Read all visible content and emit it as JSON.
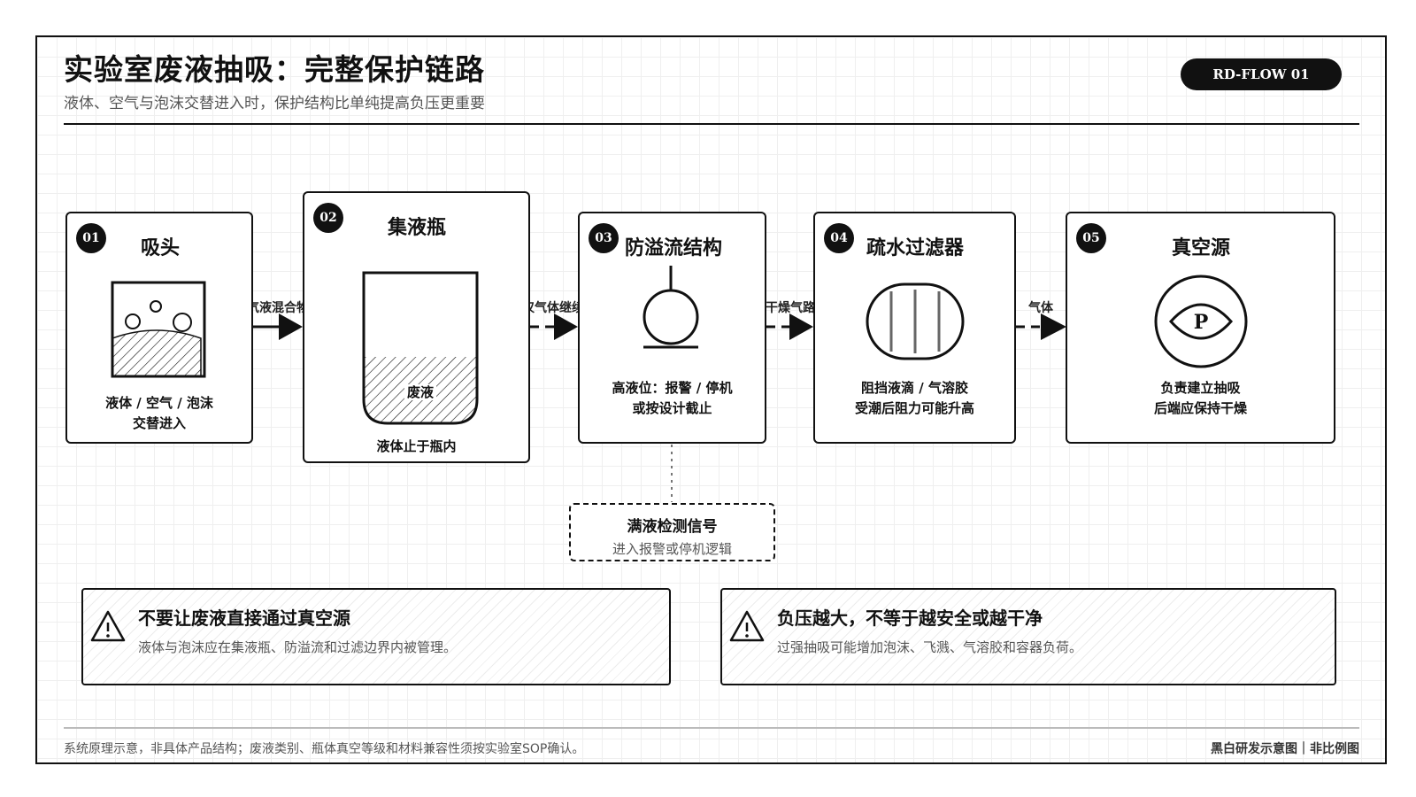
{
  "header": {
    "title": "实验室废液抽吸：完整保护链路",
    "subtitle": "液体、空气与泡沫交替进入时，保护结构比单纯提高负压更重要",
    "badge": "RD-FLOW 01"
  },
  "steps": [
    {
      "num": "01",
      "title": "吸头",
      "desc": [
        "液体 / 空气 / 泡沫",
        "交替进入"
      ]
    },
    {
      "num": "02",
      "title": "集液瓶",
      "inner_label": "废液",
      "desc": [
        "液体止于瓶内"
      ]
    },
    {
      "num": "03",
      "title": "防溢流结构",
      "desc": [
        "高液位：报警 / 停机",
        "或按设计截止"
      ]
    },
    {
      "num": "04",
      "title": "疏水过滤器",
      "desc": [
        "阻挡液滴 / 气溶胶",
        "受潮后阻力可能升高"
      ]
    },
    {
      "num": "05",
      "title": "真空源",
      "icon_letter": "P",
      "desc": [
        "负责建立抽吸",
        "后端应保持干燥"
      ]
    }
  ],
  "connectors": [
    "气液混合物",
    "仅气体继续",
    "干燥气路",
    "气体"
  ],
  "signal": {
    "title": "满液检测信号",
    "subtitle": "进入报警或停机逻辑"
  },
  "warnings": [
    {
      "title": "不要让废液直接通过真空源",
      "text": "液体与泡沫应在集液瓶、防溢流和过滤边界内被管理。"
    },
    {
      "title": "负压越大，不等于越安全或越干净",
      "text": "过强抽吸可能增加泡沫、飞溅、气溶胶和容器负荷。"
    }
  ],
  "footer": {
    "note": "系统原理示意，非具体产品结构；废液类别、瓶体真空等级和材料兼容性须按实验室SOP确认。",
    "right": "黑白研发示意图｜非比例图"
  },
  "icons": {
    "warning": "warning-triangle-icon",
    "vacuum": "eye-vacuum-p-icon",
    "filter": "filter-capsule-icon",
    "float": "float-switch-icon",
    "tip": "suction-tip-icon",
    "bottle": "collection-bottle-icon"
  },
  "colors": {
    "ink": "#111111",
    "muted": "#555555",
    "grid": "#efefef"
  }
}
